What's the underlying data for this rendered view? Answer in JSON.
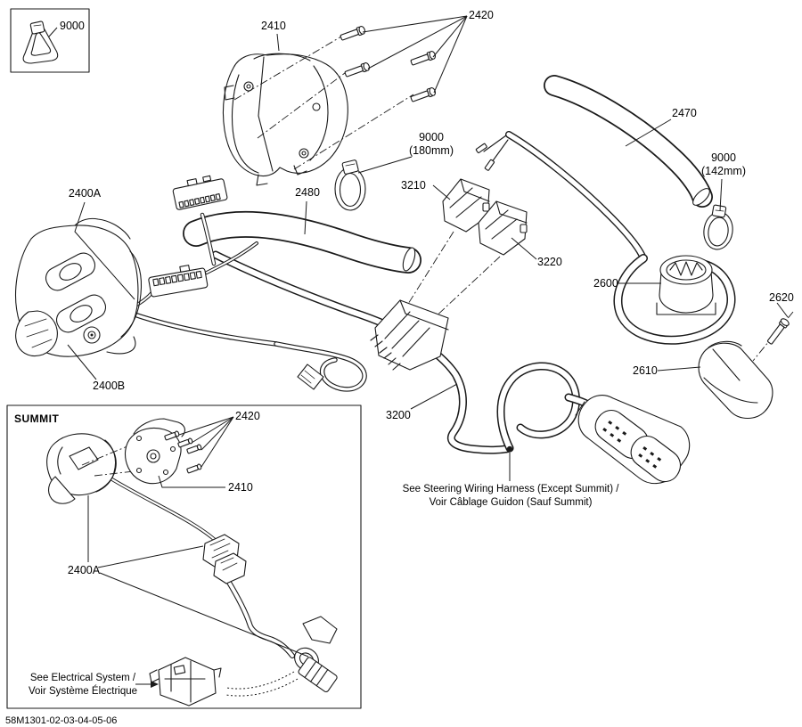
{
  "colors": {
    "ink": "#1a1a1a",
    "background": "#ffffff"
  },
  "doc": {
    "footer_code": "58M1301-02-03-04-05-06"
  },
  "main": {
    "callout_clamp_inset": "9000",
    "callout_housing": "2410",
    "callout_screws": "2420",
    "callout_clamp_180": "9000",
    "callout_clamp_180_size": "(180mm)",
    "callout_foam_grip": "2480",
    "callout_connector_upper": "3210",
    "callout_connector_lower": "3220",
    "callout_handle_grip": "2470",
    "callout_clamp_142": "9000",
    "callout_clamp_142_size": "(142mm)",
    "callout_switch_rh": "2600",
    "callout_screw_single": "2620",
    "callout_switch_boot": "2610",
    "callout_multifunction_switch": "2400A",
    "callout_multifunction_switch_alt": "2400B",
    "callout_wiring_harness": "3200",
    "note_steering_line1": "See Steering Wiring Harness (Except Summit) /",
    "note_steering_line2": "Voir Câblage Guidon (Sauf Summit)"
  },
  "summit": {
    "title": "SUMMIT",
    "callout_screws": "2420",
    "callout_housing": "2410",
    "callout_switch": "2400A",
    "note_electrical_line1": "See Electrical System /",
    "note_electrical_line2": "Voir Système Électrique"
  }
}
